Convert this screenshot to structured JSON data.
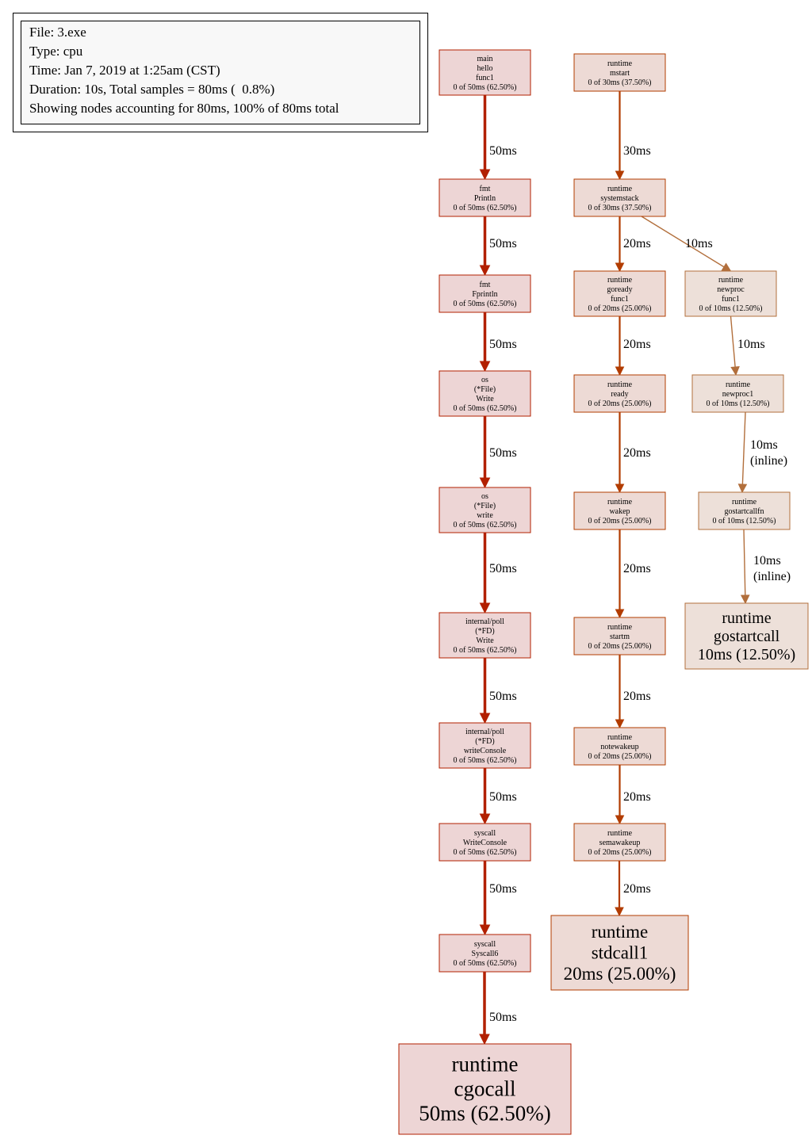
{
  "legend": {
    "lines": [
      "File: 3.exe",
      "Type: cpu",
      "Time: Jan 7, 2019 at 1:25am (CST)",
      "Duration: 10s, Total samples = 80ms (  0.8%)",
      "Showing nodes accounting for 80ms, 100% of 80ms total"
    ]
  },
  "colors": {
    "hot_fill": "#edd5d5",
    "hot_stroke": "#b22000",
    "hot_edge": "#b22000",
    "mid_fill": "#eddad5",
    "mid_stroke": "#b23c00",
    "mid_edge": "#b23c00",
    "warm_fill": "#ede0d9",
    "warm_stroke": "#b26f3c",
    "warm_edge": "#b26f3c"
  },
  "nodes": [
    {
      "id": "n1",
      "lines": [
        "main",
        "hello",
        "func1",
        "0 of 50ms (62.50%)"
      ],
      "tone": "hot"
    },
    {
      "id": "n2",
      "lines": [
        "fmt",
        "Println",
        "0 of 50ms (62.50%)"
      ],
      "tone": "hot"
    },
    {
      "id": "n3",
      "lines": [
        "fmt",
        "Fprintln",
        "0 of 50ms (62.50%)"
      ],
      "tone": "hot"
    },
    {
      "id": "n4",
      "lines": [
        "os",
        "(*File)",
        "Write",
        "0 of 50ms (62.50%)"
      ],
      "tone": "hot"
    },
    {
      "id": "n5",
      "lines": [
        "os",
        "(*File)",
        "write",
        "0 of 50ms (62.50%)"
      ],
      "tone": "hot"
    },
    {
      "id": "n6",
      "lines": [
        "internal/poll",
        "(*FD)",
        "Write",
        "0 of 50ms (62.50%)"
      ],
      "tone": "hot"
    },
    {
      "id": "n7",
      "lines": [
        "internal/poll",
        "(*FD)",
        "writeConsole",
        "0 of 50ms (62.50%)"
      ],
      "tone": "hot"
    },
    {
      "id": "n8",
      "lines": [
        "syscall",
        "WriteConsole",
        "0 of 50ms (62.50%)"
      ],
      "tone": "hot"
    },
    {
      "id": "n9",
      "lines": [
        "syscall",
        "Syscall6",
        "0 of 50ms (62.50%)"
      ],
      "tone": "hot"
    },
    {
      "id": "n10",
      "lines": [
        "runtime",
        "cgocall",
        "50ms (62.50%)"
      ],
      "tone": "hot",
      "big": true
    },
    {
      "id": "m1",
      "lines": [
        "runtime",
        "mstart",
        "0 of 30ms (37.50%)"
      ],
      "tone": "mid"
    },
    {
      "id": "m2",
      "lines": [
        "runtime",
        "systemstack",
        "0 of 30ms (37.50%)"
      ],
      "tone": "mid"
    },
    {
      "id": "m3",
      "lines": [
        "runtime",
        "goready",
        "func1",
        "0 of 20ms (25.00%)"
      ],
      "tone": "mid"
    },
    {
      "id": "m4",
      "lines": [
        "runtime",
        "ready",
        "0 of 20ms (25.00%)"
      ],
      "tone": "mid"
    },
    {
      "id": "m5",
      "lines": [
        "runtime",
        "wakep",
        "0 of 20ms (25.00%)"
      ],
      "tone": "mid"
    },
    {
      "id": "m6",
      "lines": [
        "runtime",
        "startm",
        "0 of 20ms (25.00%)"
      ],
      "tone": "mid"
    },
    {
      "id": "m7",
      "lines": [
        "runtime",
        "notewakeup",
        "0 of 20ms (25.00%)"
      ],
      "tone": "mid"
    },
    {
      "id": "m8",
      "lines": [
        "runtime",
        "semawakeup",
        "0 of 20ms (25.00%)"
      ],
      "tone": "mid"
    },
    {
      "id": "m9",
      "lines": [
        "runtime",
        "stdcall1",
        "20ms (25.00%)"
      ],
      "tone": "mid",
      "big": true
    },
    {
      "id": "r1",
      "lines": [
        "runtime",
        "newproc",
        "func1",
        "0 of 10ms (12.50%)"
      ],
      "tone": "warm"
    },
    {
      "id": "r2",
      "lines": [
        "runtime",
        "newproc1",
        "0 of 10ms (12.50%)"
      ],
      "tone": "warm"
    },
    {
      "id": "r3",
      "lines": [
        "runtime",
        "gostartcallfn",
        "0 of 10ms (12.50%)"
      ],
      "tone": "warm"
    },
    {
      "id": "r4",
      "lines": [
        "runtime",
        "gostartcall",
        "10ms (12.50%)"
      ],
      "tone": "warm",
      "big": true
    }
  ],
  "edges": [
    {
      "from": "n1",
      "to": "n2",
      "label": [
        "50ms"
      ],
      "tone": "hot"
    },
    {
      "from": "n2",
      "to": "n3",
      "label": [
        "50ms"
      ],
      "tone": "hot"
    },
    {
      "from": "n3",
      "to": "n4",
      "label": [
        "50ms"
      ],
      "tone": "hot"
    },
    {
      "from": "n4",
      "to": "n5",
      "label": [
        "50ms"
      ],
      "tone": "hot"
    },
    {
      "from": "n5",
      "to": "n6",
      "label": [
        "50ms"
      ],
      "tone": "hot"
    },
    {
      "from": "n6",
      "to": "n7",
      "label": [
        "50ms"
      ],
      "tone": "hot"
    },
    {
      "from": "n7",
      "to": "n8",
      "label": [
        "50ms"
      ],
      "tone": "hot"
    },
    {
      "from": "n8",
      "to": "n9",
      "label": [
        "50ms"
      ],
      "tone": "hot"
    },
    {
      "from": "n9",
      "to": "n10",
      "label": [
        "50ms"
      ],
      "tone": "hot"
    },
    {
      "from": "m1",
      "to": "m2",
      "label": [
        "30ms"
      ],
      "tone": "mid"
    },
    {
      "from": "m2",
      "to": "m3",
      "label": [
        "20ms"
      ],
      "tone": "mid"
    },
    {
      "from": "m3",
      "to": "m4",
      "label": [
        "20ms"
      ],
      "tone": "mid"
    },
    {
      "from": "m4",
      "to": "m5",
      "label": [
        "20ms"
      ],
      "tone": "mid"
    },
    {
      "from": "m5",
      "to": "m6",
      "label": [
        "20ms"
      ],
      "tone": "mid"
    },
    {
      "from": "m6",
      "to": "m7",
      "label": [
        "20ms"
      ],
      "tone": "mid"
    },
    {
      "from": "m7",
      "to": "m8",
      "label": [
        "20ms"
      ],
      "tone": "mid"
    },
    {
      "from": "m8",
      "to": "m9",
      "label": [
        "20ms"
      ],
      "tone": "mid"
    },
    {
      "from": "m2",
      "to": "r1",
      "label": [
        "10ms"
      ],
      "tone": "warm"
    },
    {
      "from": "r1",
      "to": "r2",
      "label": [
        "10ms"
      ],
      "tone": "warm"
    },
    {
      "from": "r2",
      "to": "r3",
      "label": [
        "10ms",
        "(inline)"
      ],
      "tone": "warm"
    },
    {
      "from": "r3",
      "to": "r4",
      "label": [
        "10ms",
        "(inline)"
      ],
      "tone": "warm"
    }
  ]
}
